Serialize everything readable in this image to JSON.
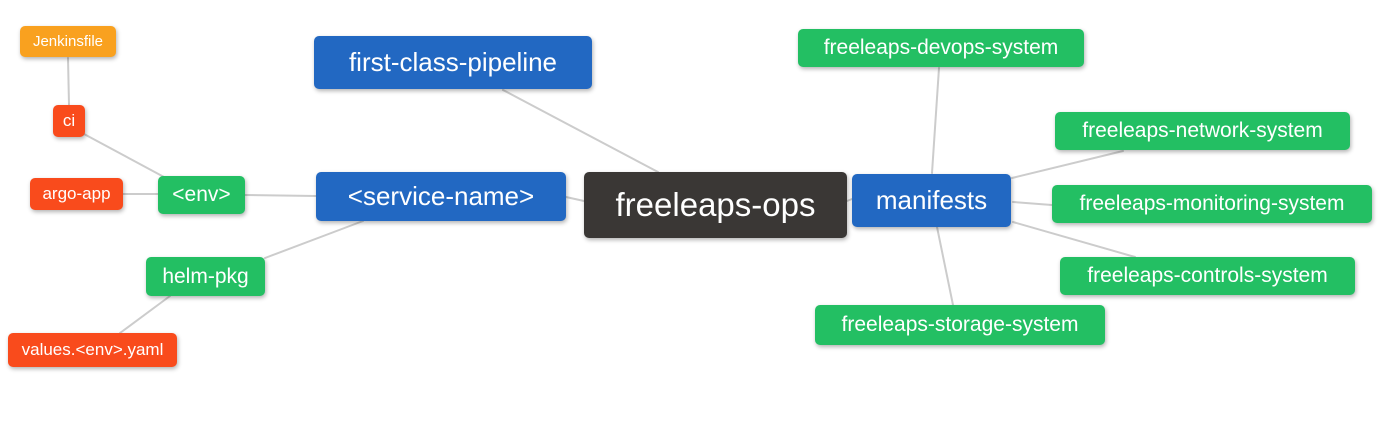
{
  "diagram": {
    "type": "mindmap",
    "root": "freeleaps-ops",
    "palette": {
      "root_bg": "#3a3735",
      "level1_bg": "#2268c2",
      "level2_bg": "#23bf63",
      "level3_bg": "#f94b1c",
      "level4_bg": "#f9a11f",
      "edge_color": "#cccccc",
      "text_color": "#ffffff",
      "background": "#ffffff"
    },
    "nodes": {
      "freeleaps_ops": {
        "label": "freeleaps-ops",
        "level": "root"
      },
      "first_class_pipeline": {
        "label": "first-class-pipeline",
        "level": 1
      },
      "service_name": {
        "label": "<service-name>",
        "level": 1
      },
      "manifests": {
        "label": "manifests",
        "level": 1
      },
      "env": {
        "label": "<env>",
        "level": 2
      },
      "helm_pkg": {
        "label": "helm-pkg",
        "level": 2
      },
      "devops_system": {
        "label": "freeleaps-devops-system",
        "level": 2
      },
      "network_system": {
        "label": "freeleaps-network-system",
        "level": 2
      },
      "monitoring_system": {
        "label": "freeleaps-monitoring-system",
        "level": 2
      },
      "controls_system": {
        "label": "freeleaps-controls-system",
        "level": 2
      },
      "storage_system": {
        "label": "freeleaps-storage-system",
        "level": 2
      },
      "ci": {
        "label": "ci",
        "level": 3
      },
      "argo_app": {
        "label": "argo-app",
        "level": 3
      },
      "values_env_yaml": {
        "label": "values.<env>.yaml",
        "level": 3
      },
      "jenkinsfile": {
        "label": "Jenkinsfile",
        "level": 4
      }
    },
    "edges": [
      {
        "from": "jenkinsfile",
        "to": "ci"
      },
      {
        "from": "ci",
        "to": "env"
      },
      {
        "from": "argo_app",
        "to": "env"
      },
      {
        "from": "env",
        "to": "service_name"
      },
      {
        "from": "service_name",
        "to": "freeleaps_ops"
      },
      {
        "from": "first_class_pipeline",
        "to": "freeleaps_ops"
      },
      {
        "from": "service_name",
        "to": "helm_pkg"
      },
      {
        "from": "helm_pkg",
        "to": "values_env_yaml"
      },
      {
        "from": "freeleaps_ops",
        "to": "manifests"
      },
      {
        "from": "manifests",
        "to": "devops_system"
      },
      {
        "from": "manifests",
        "to": "network_system"
      },
      {
        "from": "manifests",
        "to": "monitoring_system"
      },
      {
        "from": "manifests",
        "to": "controls_system"
      },
      {
        "from": "manifests",
        "to": "storage_system"
      }
    ]
  }
}
